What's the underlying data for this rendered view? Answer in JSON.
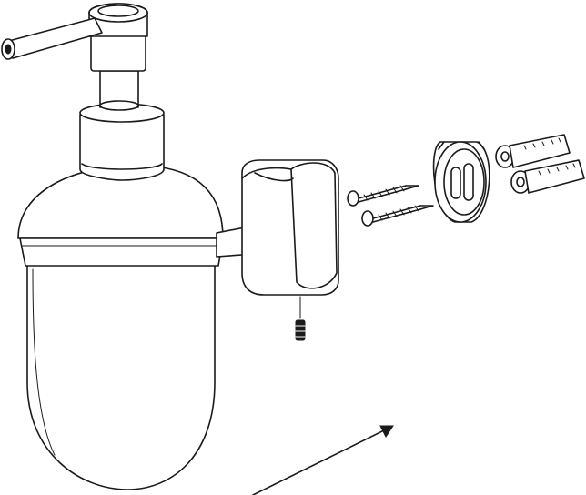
{
  "diagram": {
    "parts": [
      {
        "id": "pump-nozzle",
        "kind": "component"
      },
      {
        "id": "pump-head",
        "kind": "component"
      },
      {
        "id": "pump-collar",
        "kind": "component"
      },
      {
        "id": "soap-bottle",
        "kind": "component"
      },
      {
        "id": "holder-ring-arm",
        "kind": "component"
      },
      {
        "id": "wall-mount-block",
        "kind": "component"
      },
      {
        "id": "set-screw",
        "kind": "fastener"
      },
      {
        "id": "wood-screw",
        "kind": "fastener",
        "count": 2
      },
      {
        "id": "mounting-plate",
        "kind": "component"
      },
      {
        "id": "wall-plug",
        "kind": "fastener",
        "count": 2
      }
    ],
    "arrow": {
      "meaning": "assembly-direction"
    },
    "colors": {
      "line": "#1a1a1a",
      "background": "#ffffff"
    }
  }
}
